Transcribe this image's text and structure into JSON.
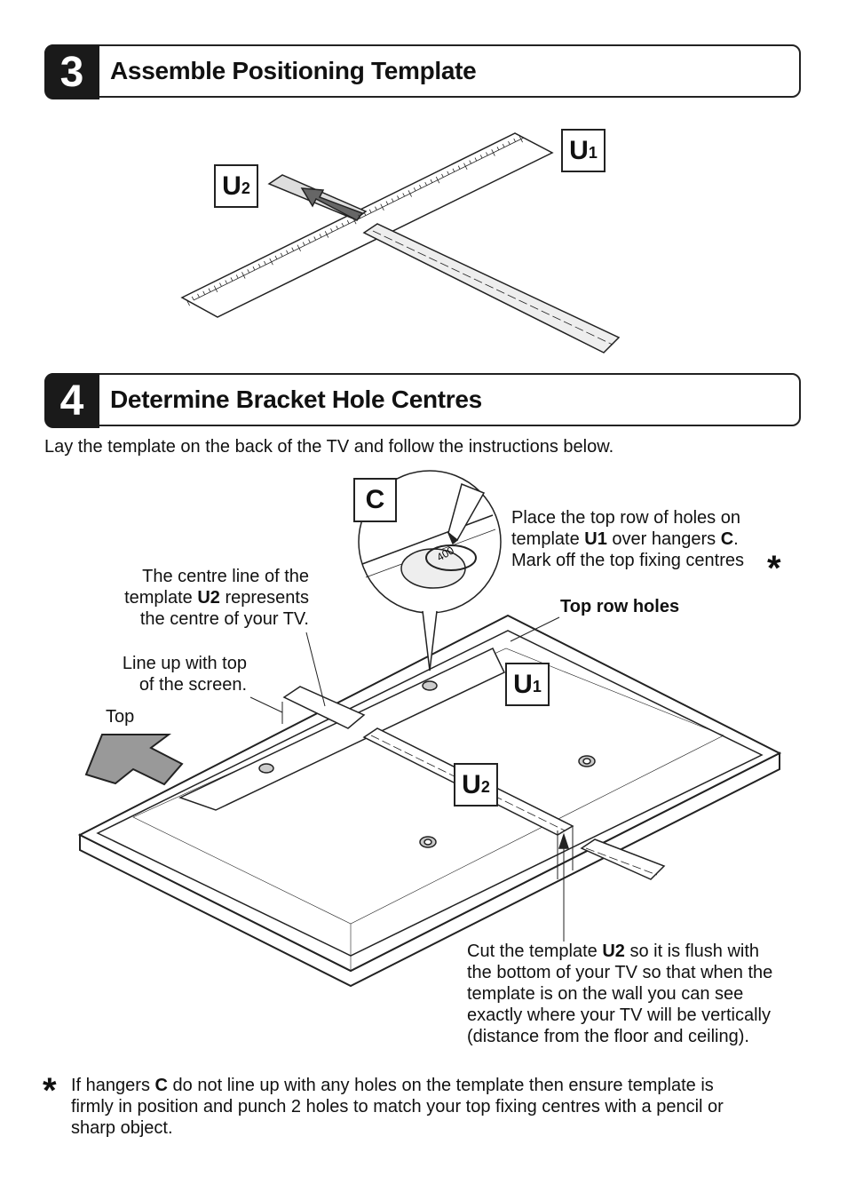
{
  "step3": {
    "number": "3",
    "title": "Assemble Positioning Template",
    "label_u1": "U",
    "label_u1_sub": "1",
    "label_u2": "U",
    "label_u2_sub": "2"
  },
  "step4": {
    "number": "4",
    "title": "Determine Bracket Hole Centres",
    "intro": "Lay the template on the back of the TV and follow the instructions below.",
    "label_c": "C",
    "label_u1": "U",
    "label_u1_sub": "1",
    "label_u2": "U",
    "label_u2_sub": "2",
    "place_text": {
      "l1": "Place the top row of holes on",
      "l2a": "template ",
      "l2b": "U1",
      "l2c": " over hangers ",
      "l2d": "C",
      "l2e": ".",
      "l3": "Mark off the top fixing centres"
    },
    "asterisk": "*",
    "centre_text": {
      "l1": "The centre line of the",
      "l2a": "template ",
      "l2b": "U2",
      "l2c": " represents",
      "l3": "the centre of your TV."
    },
    "line_up_text": {
      "l1": "Line up with top",
      "l2": "of the screen."
    },
    "top_label": "Top",
    "top_row_holes": "Top row holes",
    "magnifier_number": "400",
    "cut_text": {
      "l1a": "Cut the template ",
      "l1b": "U2",
      "l1c": " so it is flush with",
      "l2": "the bottom of your TV so that when the",
      "l3": "template is on the wall you can see",
      "l4": "exactly where your TV will be vertically",
      "l5": "(distance from the floor and ceiling)."
    }
  },
  "footnote": {
    "asterisk": "*",
    "l1a": "If hangers ",
    "l1b": "C",
    "l1c": " do not line up with any holes on the template then ensure template is",
    "l2": "firmly in position and punch 2 holes to match your top fixing centres with a pencil or",
    "l3": "sharp object."
  }
}
